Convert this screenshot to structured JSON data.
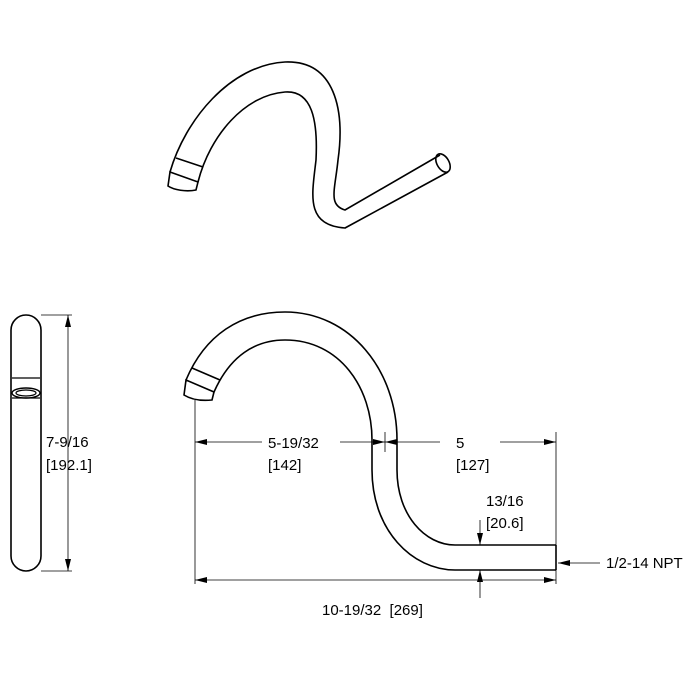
{
  "dimensions": {
    "height": {
      "imperial": "7-9/16",
      "metric": "[192.1]"
    },
    "left_span": {
      "imperial": "5-19/32",
      "metric": "[142]"
    },
    "right_span": {
      "imperial": "5",
      "metric": "[127]"
    },
    "pipe_diameter": {
      "imperial": "13/16",
      "metric": "[20.6]"
    },
    "overall_length": {
      "text": "10-19/32  [269]"
    },
    "thread": {
      "text": "1/2-14 NPT"
    }
  },
  "colors": {
    "line": "#000000",
    "background": "#ffffff"
  }
}
